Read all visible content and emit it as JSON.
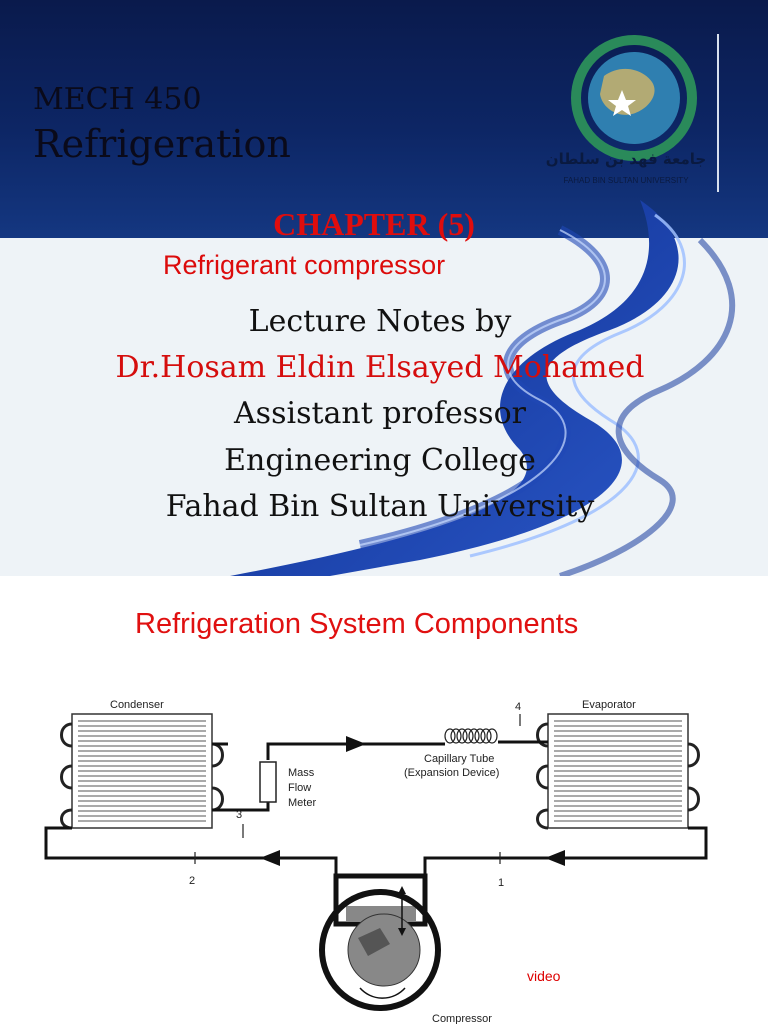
{
  "slide1": {
    "course_code": "MECH 450",
    "course_title": "Refrigeration",
    "chapter": "CHAPTER (5)",
    "subtitle": "Refrigerant compressor",
    "lines": [
      "Lecture Notes by",
      "Dr.Hosam Eldin Elsayed Mohamed",
      "Assistant professor",
      "Engineering College",
      "Fahad Bin Sultan University"
    ],
    "logo": {
      "icon": "university-logo-icon",
      "text_arabic": "جامعة فهد بن سلطان",
      "text_english": "FAHAD BIN SULTAN UNIVERSITY"
    }
  },
  "slide2": {
    "title": "Refrigeration System Components",
    "labels": {
      "condenser": "Condenser",
      "evaporator": "Evaporator",
      "mass_flow_1": "Mass",
      "mass_flow_2": "Flow",
      "mass_flow_3": "Meter",
      "capillary_1": "Capillary Tube",
      "capillary_2": "(Expansion Device)",
      "compressor": "Compressor",
      "p1": "1",
      "p2": "2",
      "p3": "3",
      "p4": "4"
    },
    "video_link": "video"
  },
  "colors": {
    "accent_red": "#e00d0d",
    "banner_navy": "#0d2665",
    "swirl_blue": "#1a3ea0"
  }
}
